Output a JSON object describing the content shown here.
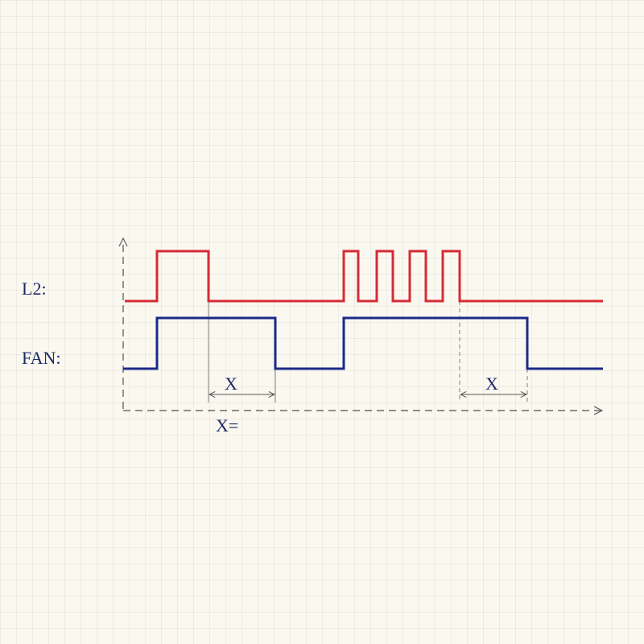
{
  "colors": {
    "l2_wave": "#d62b35",
    "fan_wave": "#1b2a8a",
    "axis": "#6a6a6a",
    "guide": "#808080",
    "text": "#1e2a66",
    "background": "#fbf8f0"
  },
  "signals": {
    "l2": {
      "label": "L2:"
    },
    "fan": {
      "label": "FAN:"
    }
  },
  "dimensions": [
    {
      "label": "X"
    },
    {
      "label": "X"
    }
  ],
  "footnote": "X="
}
